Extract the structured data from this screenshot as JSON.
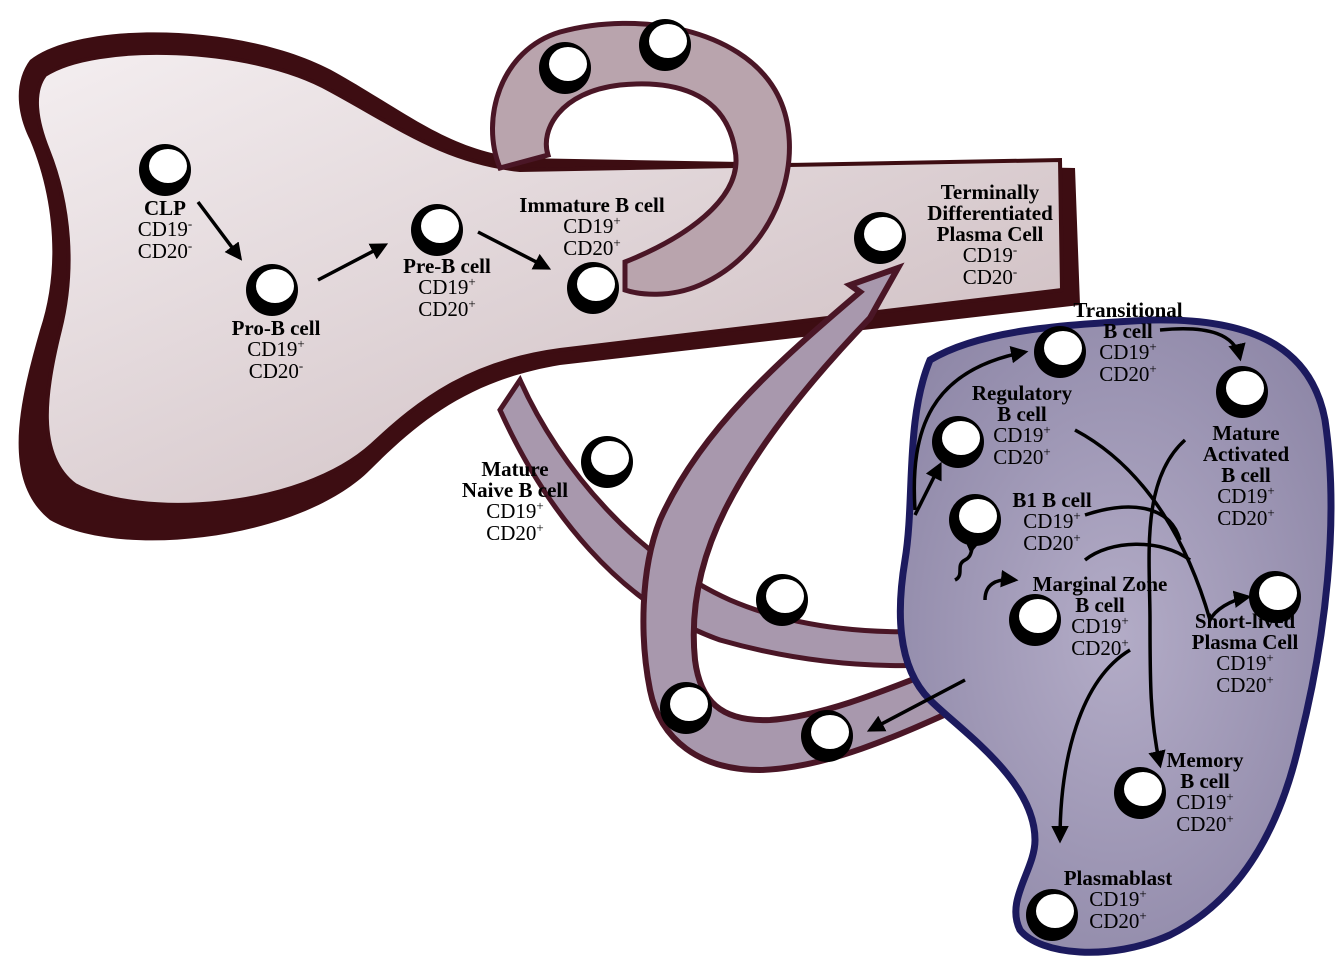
{
  "cells": [
    {
      "id": "clp",
      "lines": [
        "CLP"
      ],
      "markers": [
        {
          "base": "CD19",
          "sup": "-"
        },
        {
          "base": "CD20",
          "sup": "-"
        }
      ]
    },
    {
      "id": "pro-b",
      "lines": [
        "Pro-B cell"
      ],
      "markers": [
        {
          "base": "CD19",
          "sup": "+"
        },
        {
          "base": "CD20",
          "sup": "-"
        }
      ]
    },
    {
      "id": "pre-b",
      "lines": [
        "Pre-B cell"
      ],
      "markers": [
        {
          "base": "CD19",
          "sup": "+"
        },
        {
          "base": "CD20",
          "sup": "+"
        }
      ]
    },
    {
      "id": "immature-b",
      "lines": [
        "Immature B cell"
      ],
      "markers": [
        {
          "base": "CD19",
          "sup": "+"
        },
        {
          "base": "CD20",
          "sup": "+"
        }
      ]
    },
    {
      "id": "terminal-plasma",
      "lines": [
        "Terminally",
        "Differentiated",
        "Plasma Cell"
      ],
      "markers": [
        {
          "base": "CD19",
          "sup": "-"
        },
        {
          "base": "CD20",
          "sup": "-"
        }
      ]
    },
    {
      "id": "mature-naive",
      "lines": [
        "Mature",
        "Naive B cell"
      ],
      "markers": [
        {
          "base": "CD19",
          "sup": "+"
        },
        {
          "base": "CD20",
          "sup": "+"
        }
      ]
    },
    {
      "id": "transitional",
      "lines": [
        "Transitional",
        "B cell"
      ],
      "markers": [
        {
          "base": "CD19",
          "sup": "+"
        },
        {
          "base": "CD20",
          "sup": "+"
        }
      ]
    },
    {
      "id": "regulatory",
      "lines": [
        "Regulatory",
        "B cell"
      ],
      "markers": [
        {
          "base": "CD19",
          "sup": "+"
        },
        {
          "base": "CD20",
          "sup": "+"
        }
      ]
    },
    {
      "id": "mature-activated",
      "lines": [
        "Mature",
        "Activated",
        "B cell"
      ],
      "markers": [
        {
          "base": "CD19",
          "sup": "+"
        },
        {
          "base": "CD20",
          "sup": "+"
        }
      ]
    },
    {
      "id": "b1",
      "lines": [
        "B1 B cell"
      ],
      "markers": [
        {
          "base": "CD19",
          "sup": "+"
        },
        {
          "base": "CD20",
          "sup": "+"
        }
      ]
    },
    {
      "id": "marginal-zone",
      "lines": [
        "Marginal Zone",
        "B cell"
      ],
      "markers": [
        {
          "base": "CD19",
          "sup": "+"
        },
        {
          "base": "CD20",
          "sup": "+"
        }
      ]
    },
    {
      "id": "short-lived-plasma",
      "lines": [
        "Short-lived",
        "Plasma Cell"
      ],
      "markers": [
        {
          "base": "CD19",
          "sup": "+"
        },
        {
          "base": "CD20",
          "sup": "+"
        }
      ]
    },
    {
      "id": "memory",
      "lines": [
        "Memory",
        "B cell"
      ],
      "markers": [
        {
          "base": "CD19",
          "sup": "+"
        },
        {
          "base": "CD20",
          "sup": "+"
        }
      ]
    },
    {
      "id": "plasmablast",
      "lines": [
        "Plasmablast"
      ],
      "markers": [
        {
          "base": "CD19",
          "sup": "+"
        },
        {
          "base": "CD20",
          "sup": "+"
        }
      ]
    }
  ],
  "colors": {
    "bone_fill": "#ddd0d3",
    "bone_outline": "#3d0d12",
    "vessel_fill": "#a898ad",
    "vessel_outline": "#4a1626",
    "spleen_fill": "#a39cb8",
    "spleen_outline": "#1c1a5e",
    "cell_fill": "#ffffff",
    "cell_outline": "#000000"
  }
}
